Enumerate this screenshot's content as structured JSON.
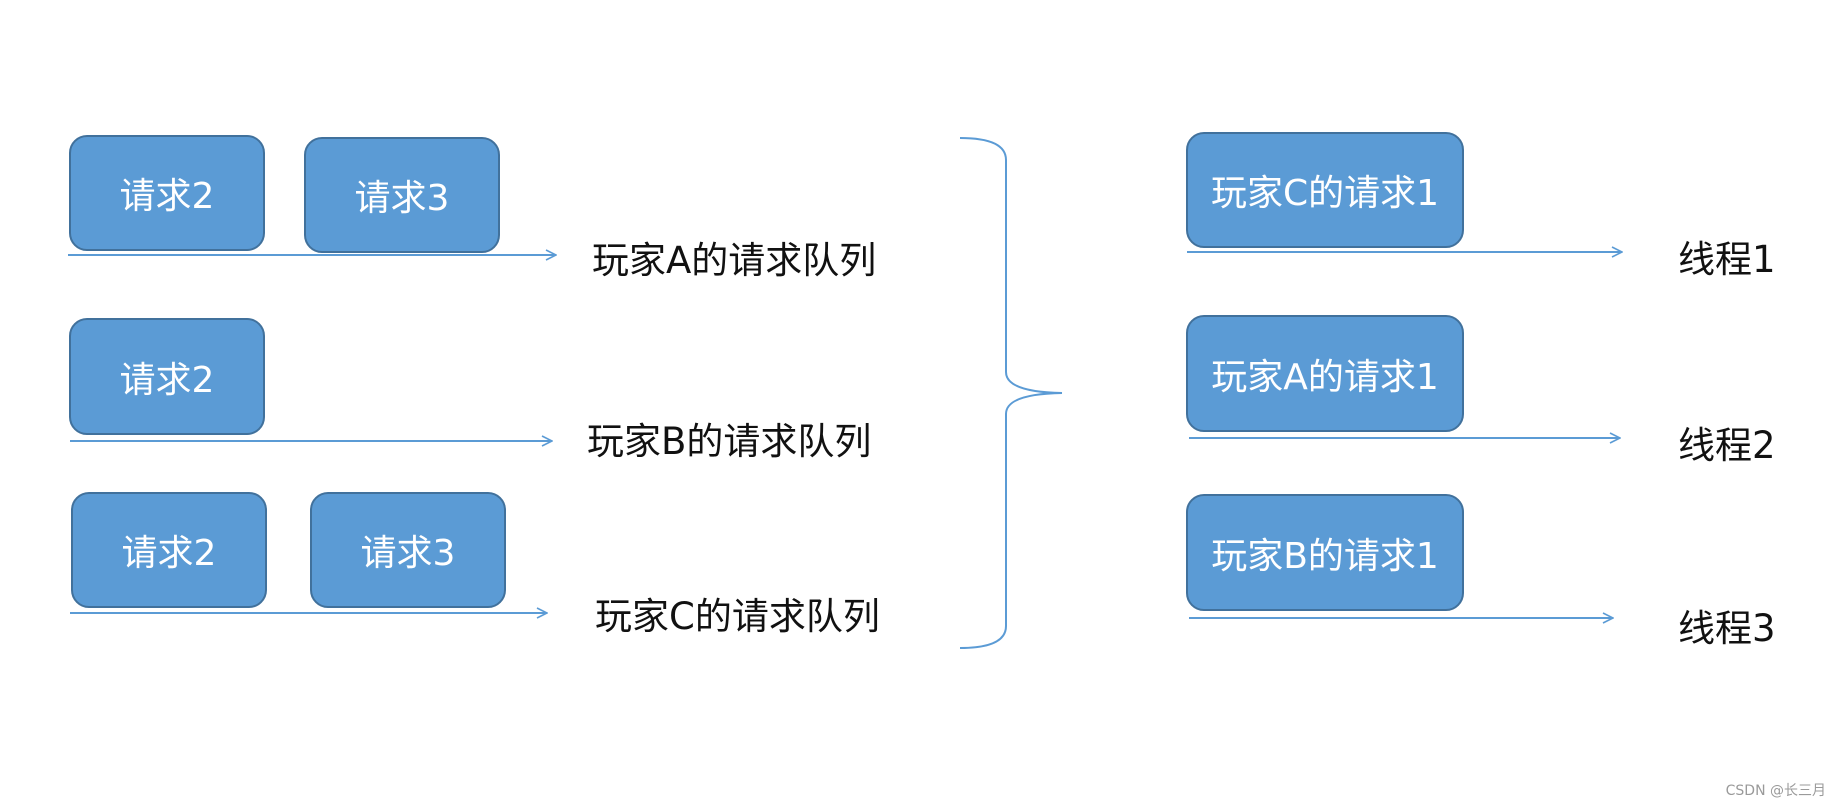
{
  "queues": [
    {
      "requests": [
        "请求2",
        "请求3"
      ],
      "label": "玩家A的请求队列"
    },
    {
      "requests": [
        "请求2"
      ],
      "label": "玩家B的请求队列"
    },
    {
      "requests": [
        "请求2",
        "请求3"
      ],
      "label": "玩家C的请求队列"
    }
  ],
  "threads": [
    {
      "request": "玩家C的请求1",
      "label": "线程1"
    },
    {
      "request": "玩家A的请求1",
      "label": "线程2"
    },
    {
      "request": "玩家B的请求1",
      "label": "线程3"
    }
  ],
  "watermark": "CSDN @长三月",
  "colors": {
    "box_fill": "#5b9bd5",
    "box_border": "#41719c",
    "arrow": "#5b9bd5",
    "box_text": "#ffffff",
    "label_text": "#111111"
  }
}
